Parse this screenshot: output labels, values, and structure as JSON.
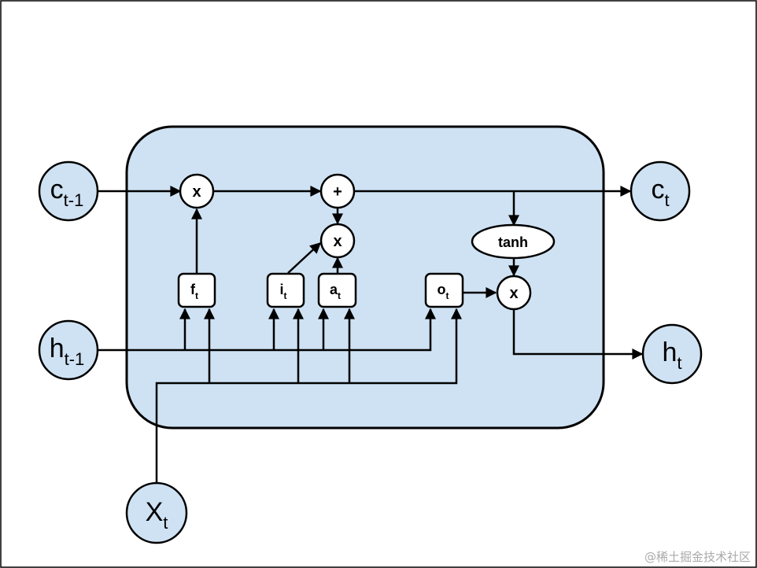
{
  "nodes": {
    "c_prev": {
      "main": "c",
      "sub": "t-1"
    },
    "h_prev": {
      "main": "h",
      "sub": "t-1"
    },
    "c_t": {
      "main": "c",
      "sub": "t"
    },
    "h_t": {
      "main": "h",
      "sub": "t"
    },
    "x_t": {
      "main": "X",
      "sub": "t"
    }
  },
  "ops": {
    "mult_forget": "x",
    "add": "+",
    "mult_input": "x",
    "mult_output": "x",
    "tanh": "tanh"
  },
  "gates": {
    "forget": {
      "main": "f",
      "sub": "t"
    },
    "input": {
      "main": "i",
      "sub": "t"
    },
    "candidate": {
      "main": "a",
      "sub": "t"
    },
    "output": {
      "main": "o",
      "sub": "t"
    }
  },
  "watermark": "@稀土掘金技术社区"
}
